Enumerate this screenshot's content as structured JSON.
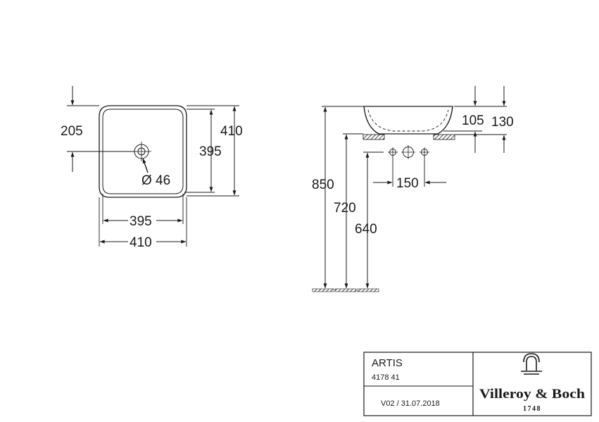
{
  "top_view": {
    "offset_dim": "205",
    "hole_dim": "Ø 46",
    "inner_height_dim": "395",
    "outer_height_dim": "410",
    "inner_width_dim": "395",
    "outer_width_dim": "410"
  },
  "side_view": {
    "bowl_depth_dim": "105",
    "total_height_dim": "130",
    "rim_height_dim": "850",
    "counter_height_dim": "720",
    "tap_height_dim": "640",
    "tap_spacing_dim": "150"
  },
  "title_block": {
    "product_name": "ARTIS",
    "article_number": "4178 41",
    "version": "V02 / 31.07.2018",
    "brand": "Villeroy & Boch",
    "brand_year": "1748"
  }
}
